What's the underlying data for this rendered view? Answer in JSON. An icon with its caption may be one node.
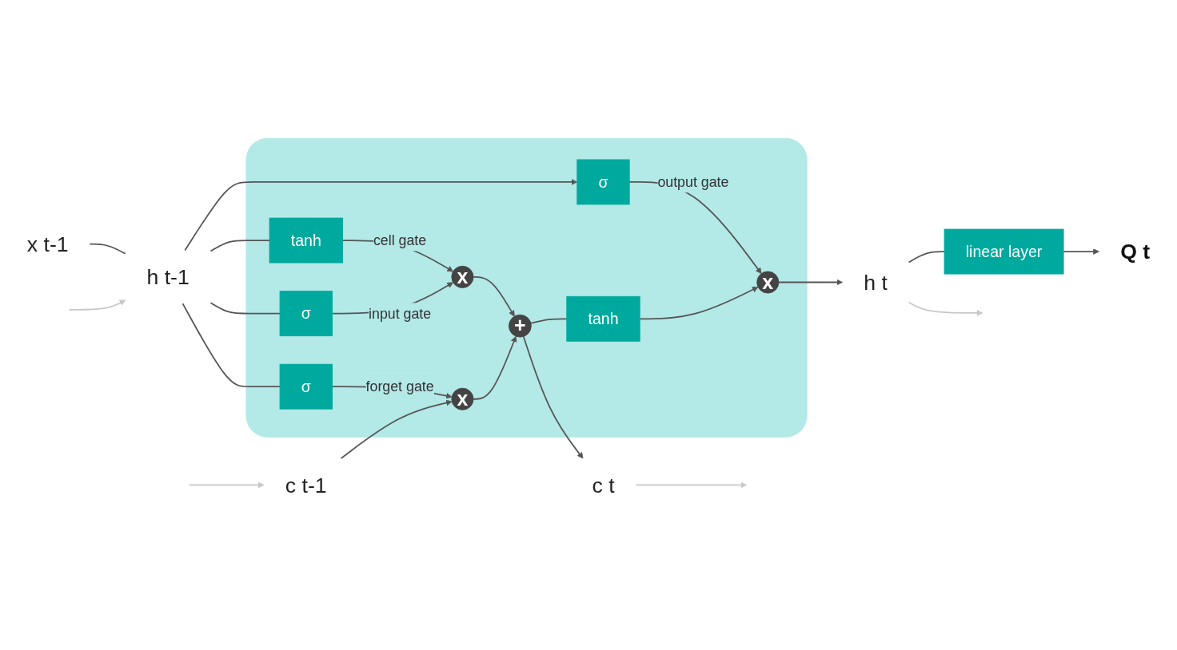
{
  "diagram": {
    "nodes": [
      {
        "text": [],
        "shape": "box"
      },
      {
        "text": [
          "c t-1"
        ]
      },
      {
        "text": [
          "h t-1"
        ]
      },
      {
        "text": [
          "x t-1"
        ]
      },
      {
        "text": [
          "x"
        ],
        "in": 0
      },
      {
        "text": [
          "+"
        ],
        "in": 0
      },
      {
        "text": [
          "x"
        ],
        "in": 0
      },
      {
        "text": [
          "x"
        ],
        "in": 0
      },
      {
        "text": [
          "σ"
        ],
        "in": 0
      },
      {
        "text": [
          "σ"
        ],
        "in": 0
      },
      {
        "text": [
          "tanh"
        ],
        "in": 0
      },
      {
        "text": [
          "σ"
        ],
        "in": 0
      },
      {
        "text": [
          "tanh"
        ],
        "in": 0
      },
      {
        "text": [
          "c t"
        ]
      },
      {
        "text": [
          "h t"
        ]
      },
      {
        "text": [
          "linear layer"
        ]
      },
      {
        "text": [
          "Q t"
        ]
      }
    ],
    "edges": [
      {
        "from": null,
        "to": 1,
        "arrow": "to",
        "color": "#c8c8c8"
      },
      {
        "from": null,
        "to": 2,
        "arrow": "to",
        "color": "#c8c8c8"
      },
      {
        "from": 1,
        "to": 4,
        "arrow": "to"
      },
      {
        "from": 4,
        "to": 5,
        "arrow": "to"
      },
      {
        "from": 5,
        "to": 13,
        "arrow": "to"
      },
      {
        "from": 5,
        "to": 12,
        "arrow": "none"
      },
      {
        "from": 8,
        "to": 4,
        "arrow": "to",
        "label": "forget gate"
      },
      {
        "from": 9,
        "to": 6,
        "arrow": "to",
        "label": "input gate"
      },
      {
        "from": 10,
        "to": 6,
        "arrow": "to",
        "label": "cell gate"
      },
      {
        "from": 6,
        "to": 5,
        "arrow": "to"
      },
      {
        "from": 12,
        "to": 7,
        "arrow": "to"
      },
      {
        "from": 11,
        "to": 7,
        "arrow": "to",
        "label": "output gate"
      },
      {
        "from": 7,
        "to": 14,
        "arrow": "to"
      },
      {
        "from": 2,
        "to": 8,
        "arrow": "none"
      },
      {
        "from": 2,
        "to": 9,
        "arrow": "none"
      },
      {
        "from": 2,
        "to": 10,
        "arrow": "none"
      },
      {
        "from": 2,
        "to": 11,
        "arrow": "to"
      },
      {
        "from": 3,
        "to": 2,
        "arrow": "none"
      },
      {
        "from": 14,
        "to": 15,
        "arrow": "none"
      },
      {
        "from": 15,
        "to": 16,
        "arrow": "to"
      },
      {
        "from": 13,
        "to": null,
        "arrow": "to",
        "color": "#c8c8c8"
      },
      {
        "from": 14,
        "to": null,
        "arrow": "to",
        "color": "#c8c8c8"
      }
    ]
  }
}
